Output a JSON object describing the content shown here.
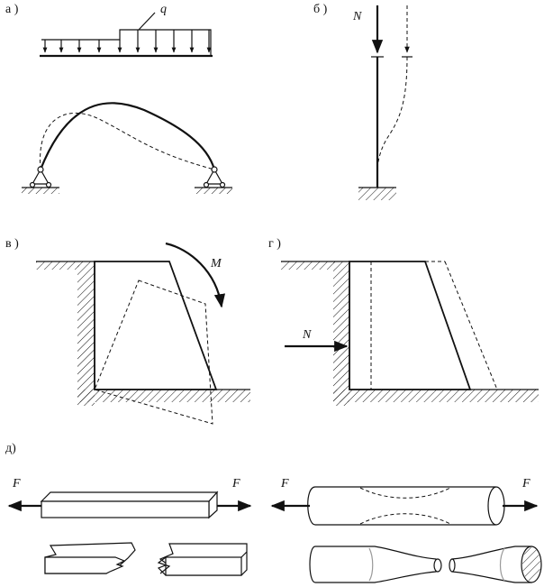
{
  "panels": {
    "a": {
      "label": "а )",
      "load": "q"
    },
    "b": {
      "label": "б )",
      "force": "N"
    },
    "v": {
      "label": "в )",
      "moment": "M"
    },
    "g": {
      "label": "г )",
      "force": "N"
    },
    "d": {
      "label": "д)",
      "force_left_bar": "F",
      "force_right_bar": "F",
      "force_left_rod": "F",
      "force_right_rod": "F"
    }
  },
  "colors": {
    "ink": "#111111",
    "paper": "#ffffff"
  }
}
